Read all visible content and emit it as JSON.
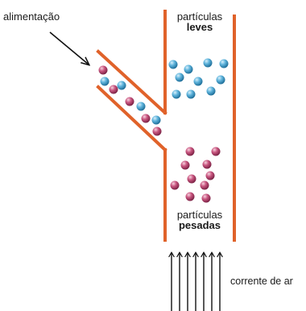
{
  "labels": {
    "feed": "alimentação",
    "light_line1": "partículas",
    "light_line2": "leves",
    "heavy_line1": "partículas",
    "heavy_line2": "pesadas",
    "air": "corrente de ar"
  },
  "colors": {
    "wall": "#e0622a",
    "light_particle": "#4aa6d2",
    "heavy_particle": "#c8527a",
    "arrow": "#111111",
    "text": "#1a1a1a"
  }
}
